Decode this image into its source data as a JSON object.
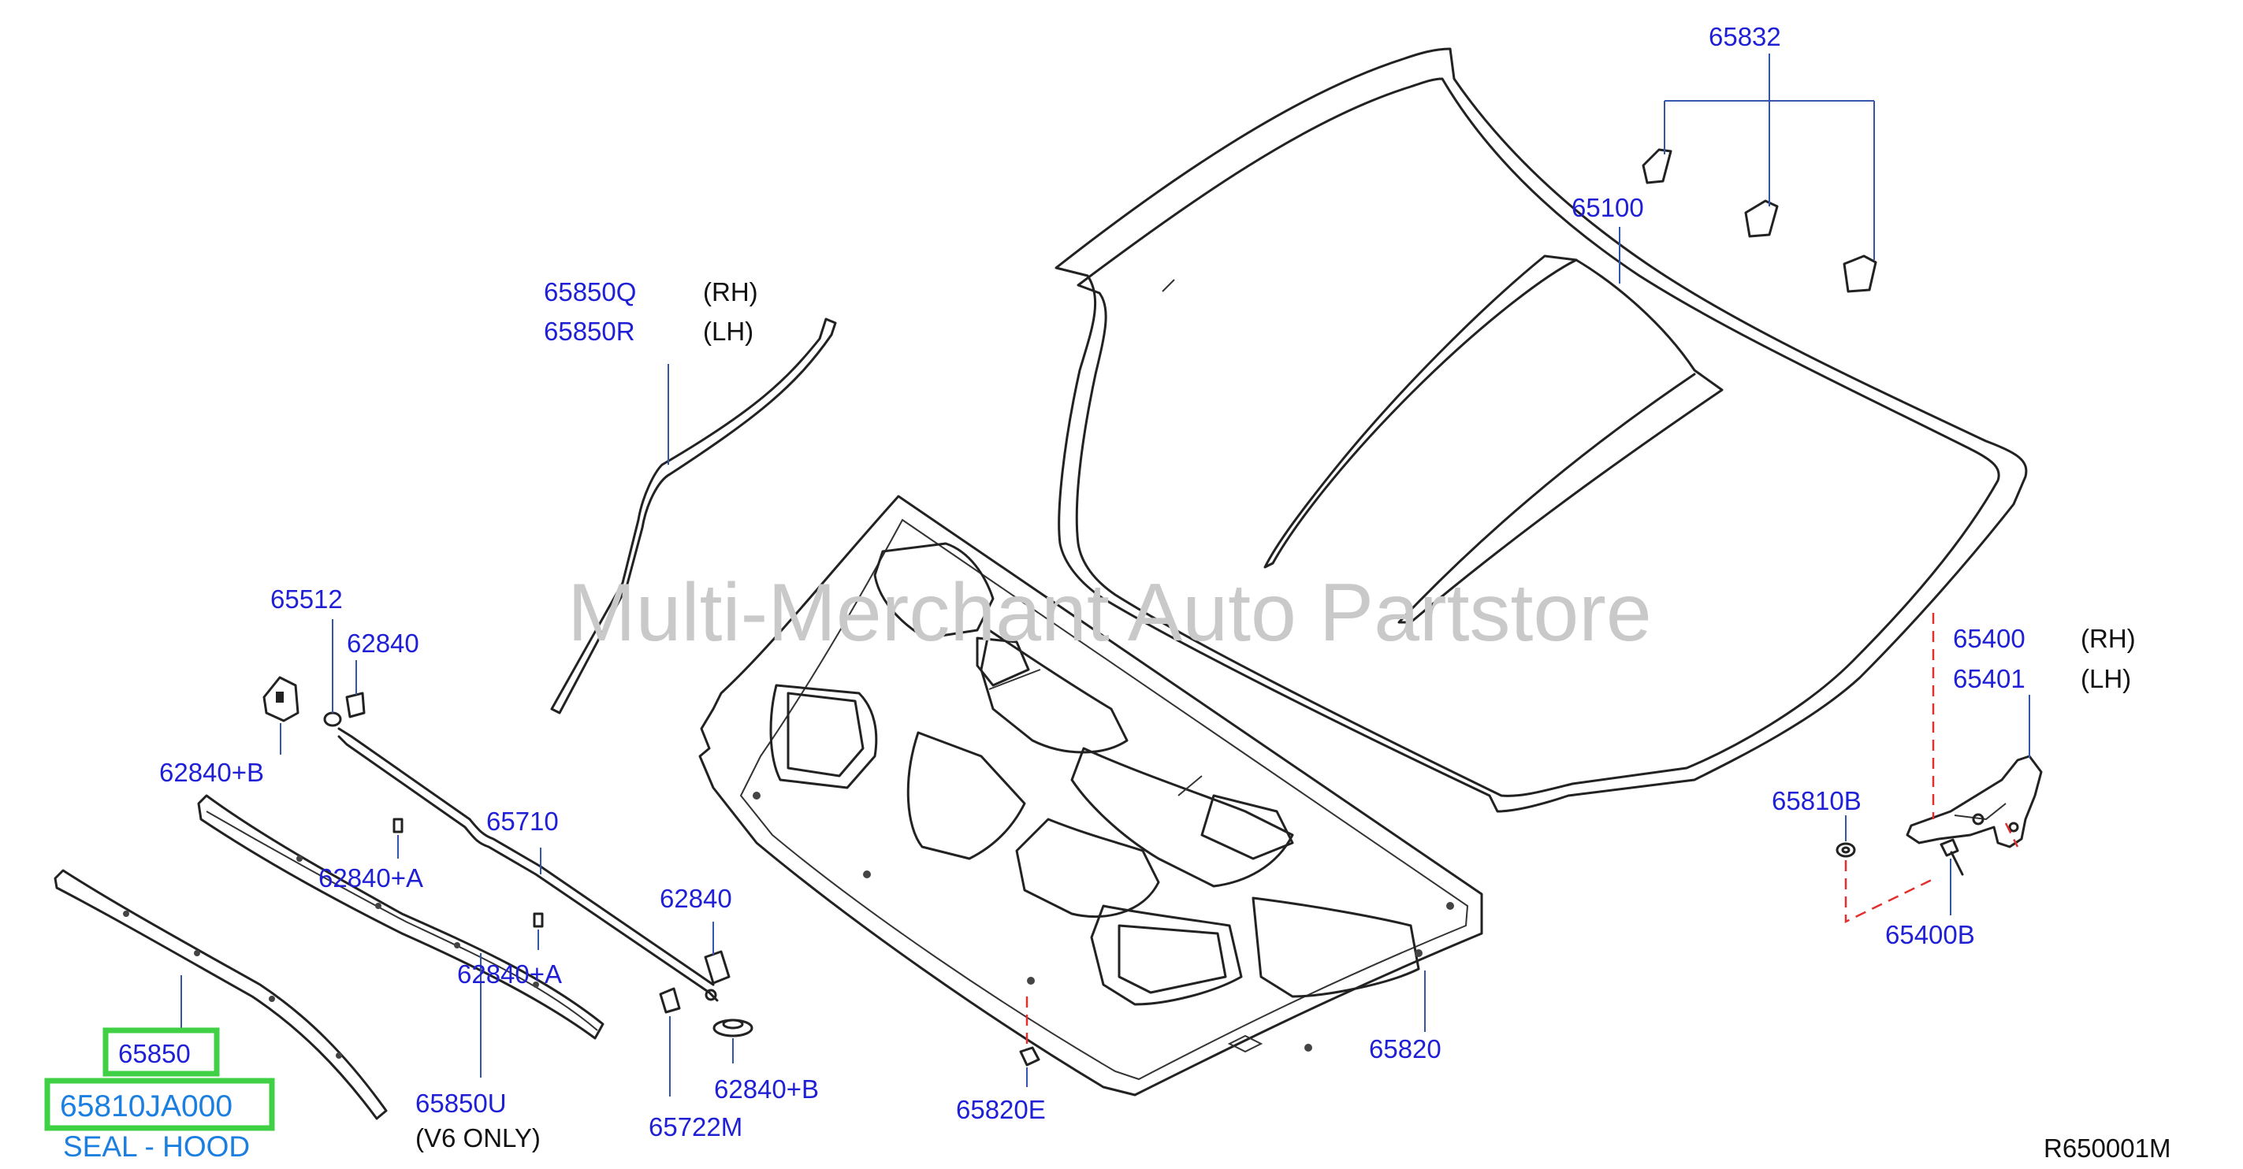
{
  "watermark": "Multi-Merchant Auto Partstore",
  "reference_code": "R650001M",
  "highlight": {
    "part_number": "65850",
    "oem_number": "65810JA000",
    "description": "SEAL - HOOD"
  },
  "colors": {
    "label_blue": "#1f1fd6",
    "highlight_blue": "#1a7fe0",
    "highlight_box_green": "#3fd046",
    "dashed_guide_red": "#e23030",
    "watermark_gray": "#c9c9c9"
  },
  "labels": {
    "p65832": "65832",
    "p65100": "65100",
    "p65850q": "65850Q",
    "p65850q_side": "(RH)",
    "p65850r": "65850R",
    "p65850r_side": "(LH)",
    "p65512": "65512",
    "p62840_top": "62840",
    "p62840b_left": "62840+B",
    "p65710": "65710",
    "p62840a_1": "62840+A",
    "p62840a_2": "62840+A",
    "p62840_mid": "62840",
    "p62840b_bottom": "62840+B",
    "p65722m": "65722M",
    "p65850u": "65850U",
    "p65850u_note": "(V6   ONLY)",
    "p65820": "65820",
    "p65820e": "65820E",
    "p65400": "65400",
    "p65400_side": "(RH)",
    "p65401": "65401",
    "p65401_side": "(LH)",
    "p65810b": "65810B",
    "p65400b": "65400B"
  }
}
